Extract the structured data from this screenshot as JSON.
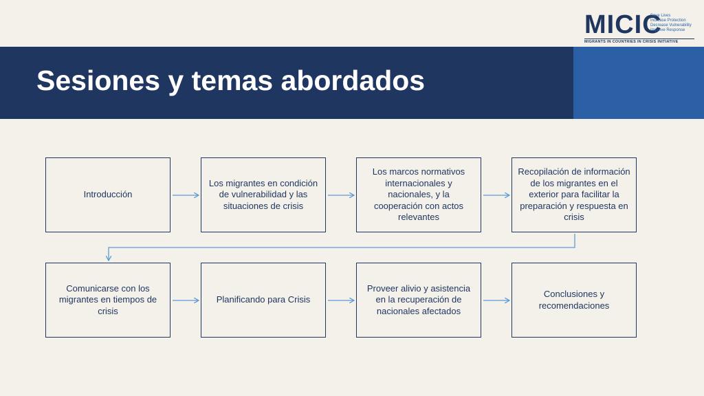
{
  "logo": {
    "wordmark": "MICIC",
    "taglines": [
      "Save Lives",
      "Increase Protection",
      "Decrease Vulnerability",
      "Improve Response"
    ],
    "subtitle": "MIGRANTS IN COUNTRIES IN CRISIS INITIATIVE"
  },
  "header": {
    "title": "Sesiones y temas abordados"
  },
  "colors": {
    "title_band": "#1f3660",
    "accent_band": "#2b5fa6",
    "connector": "#5b9bd5",
    "box_border": "#1f3660",
    "background": "#f4f1ea"
  },
  "steps": [
    "Introducción",
    "Los migrantes en condición de vulnerabilidad y las situaciones de crisis",
    "Los marcos normativos internacionales y nacionales, y la cooperación con actos relevantes",
    "Recopilación de información de los migrantes en el exterior para facilitar la preparación y respuesta en crisis",
    "Comunicarse con los migrantes en tiempos de crisis",
    "Planificando para Crisis",
    "Proveer alivio y asistencia en la recuperación de nacionales afectados",
    "Conclusiones y recomendaciones"
  ]
}
